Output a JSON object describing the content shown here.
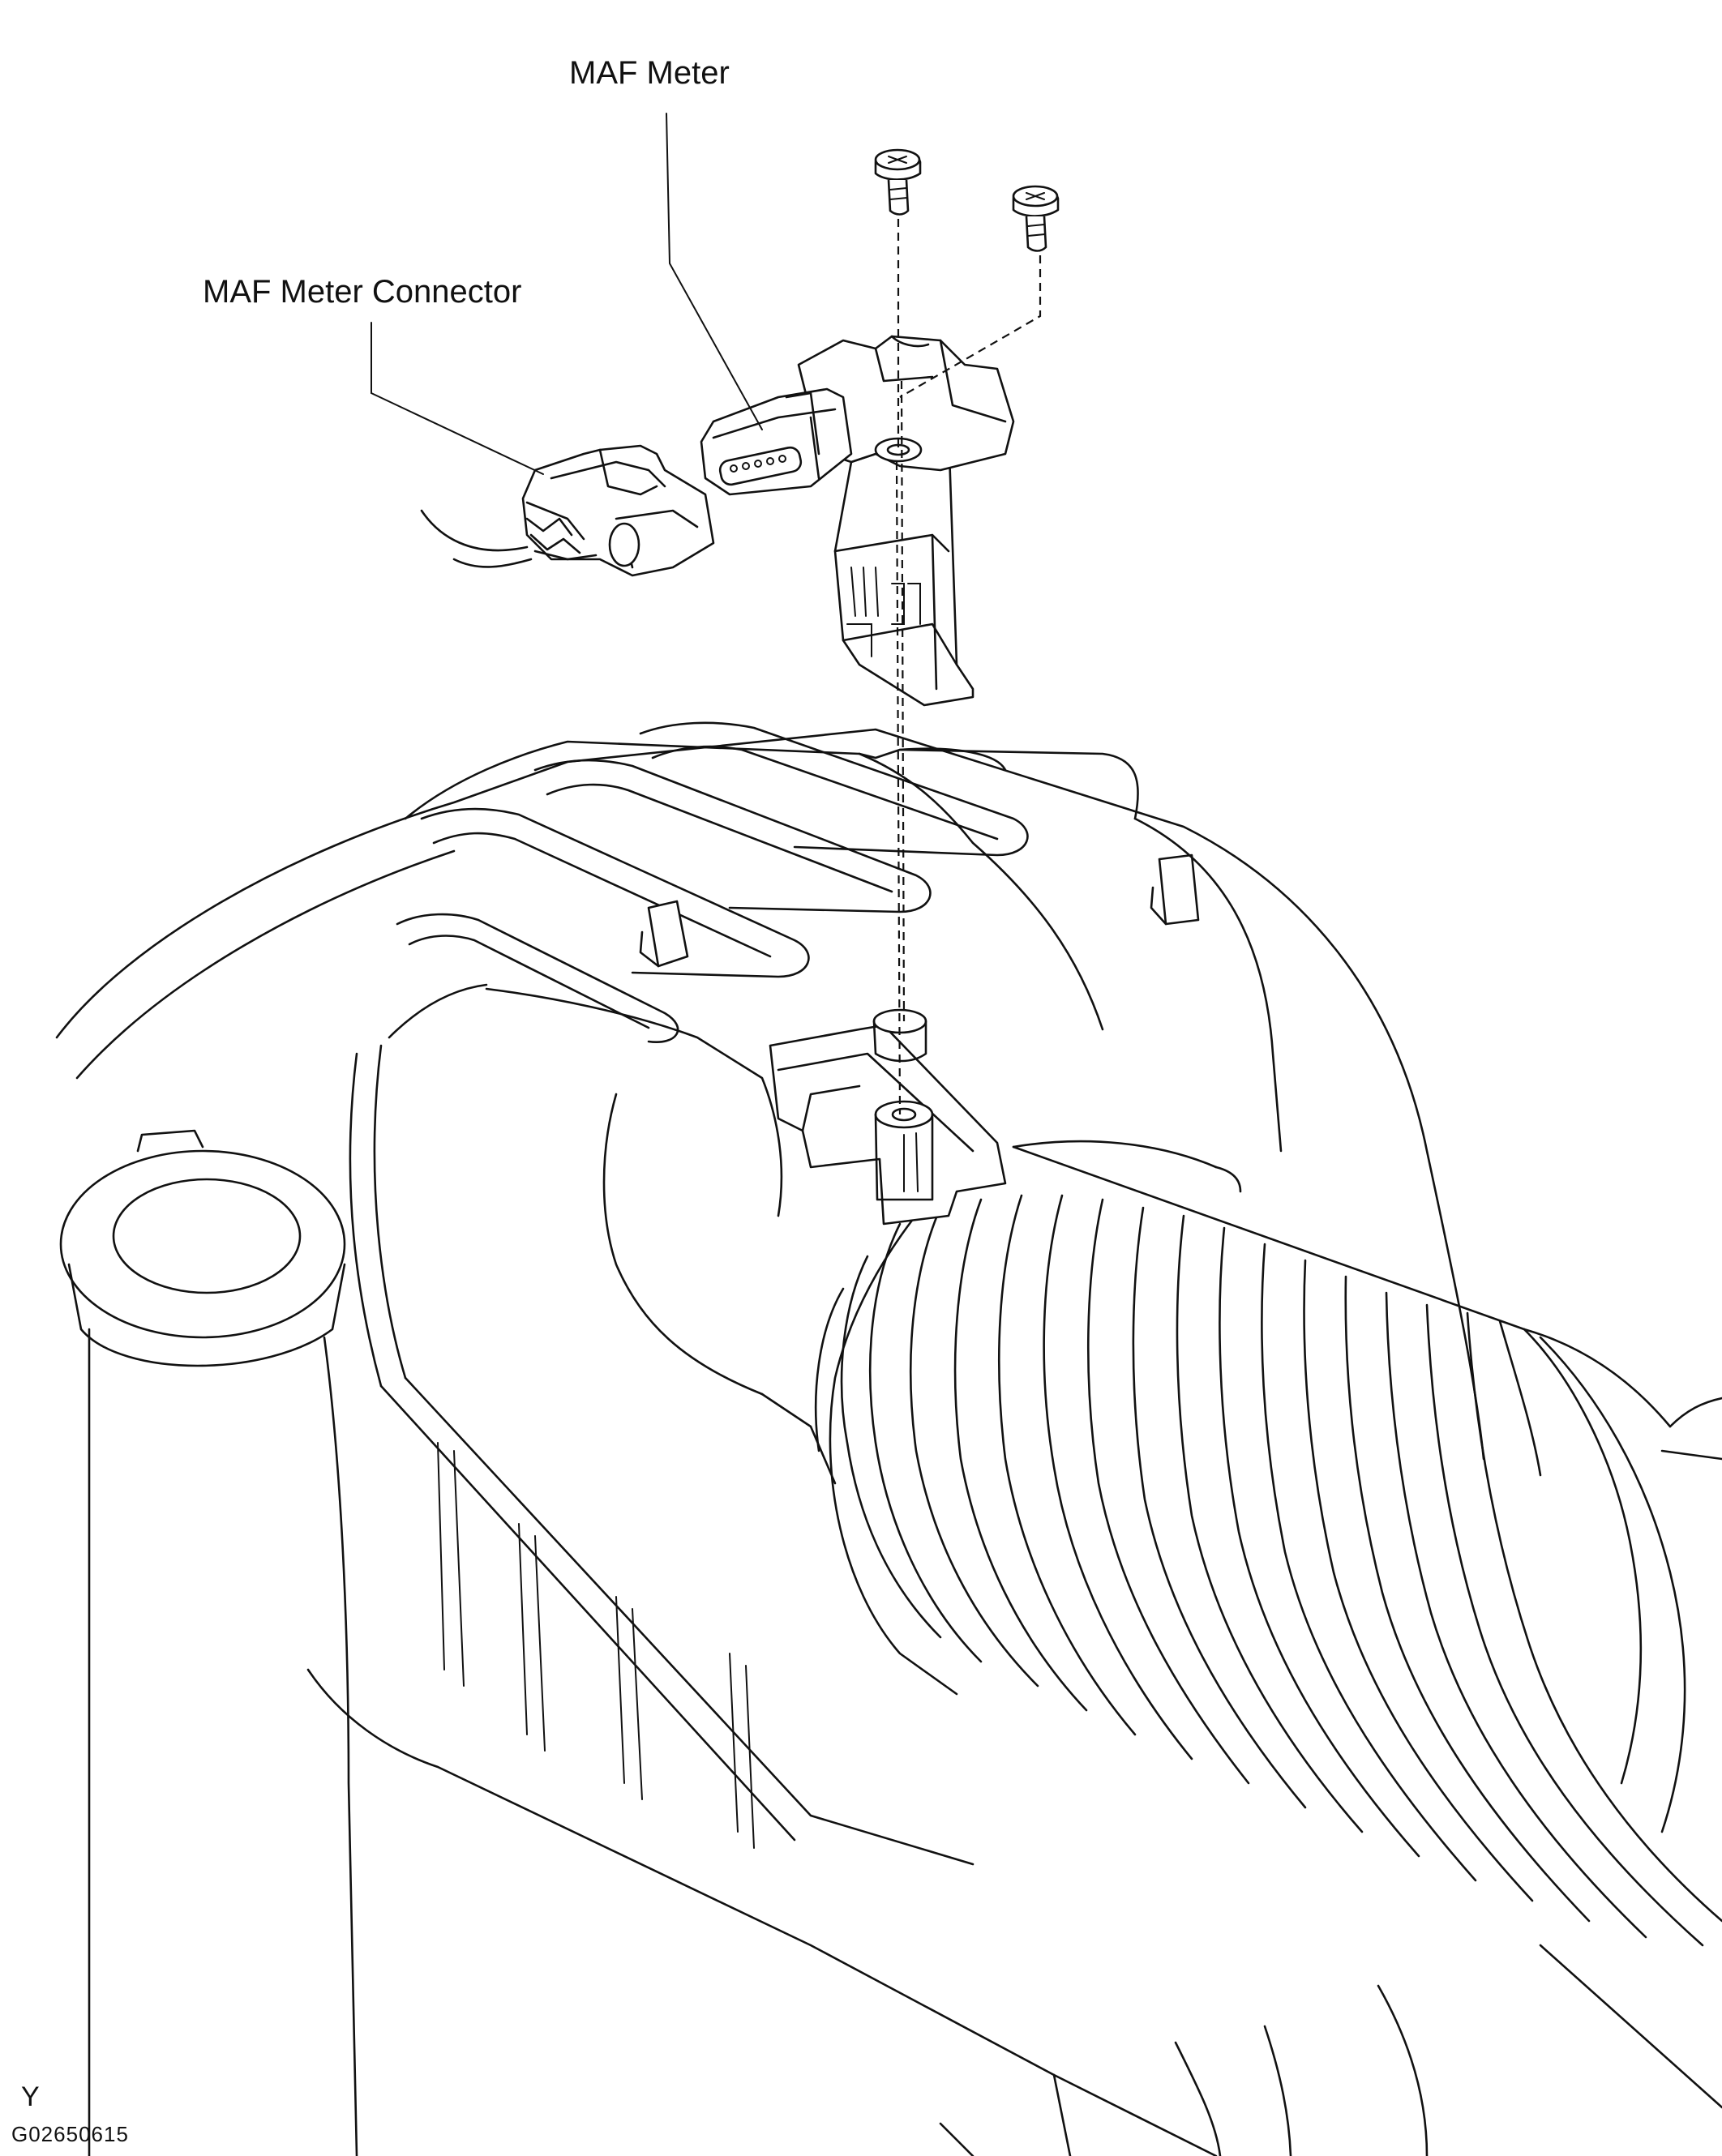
{
  "labels": {
    "maf_meter": "MAF Meter",
    "maf_meter_connector": "MAF Meter Connector",
    "view_marker": "Y",
    "figure_code": "G02650615"
  }
}
